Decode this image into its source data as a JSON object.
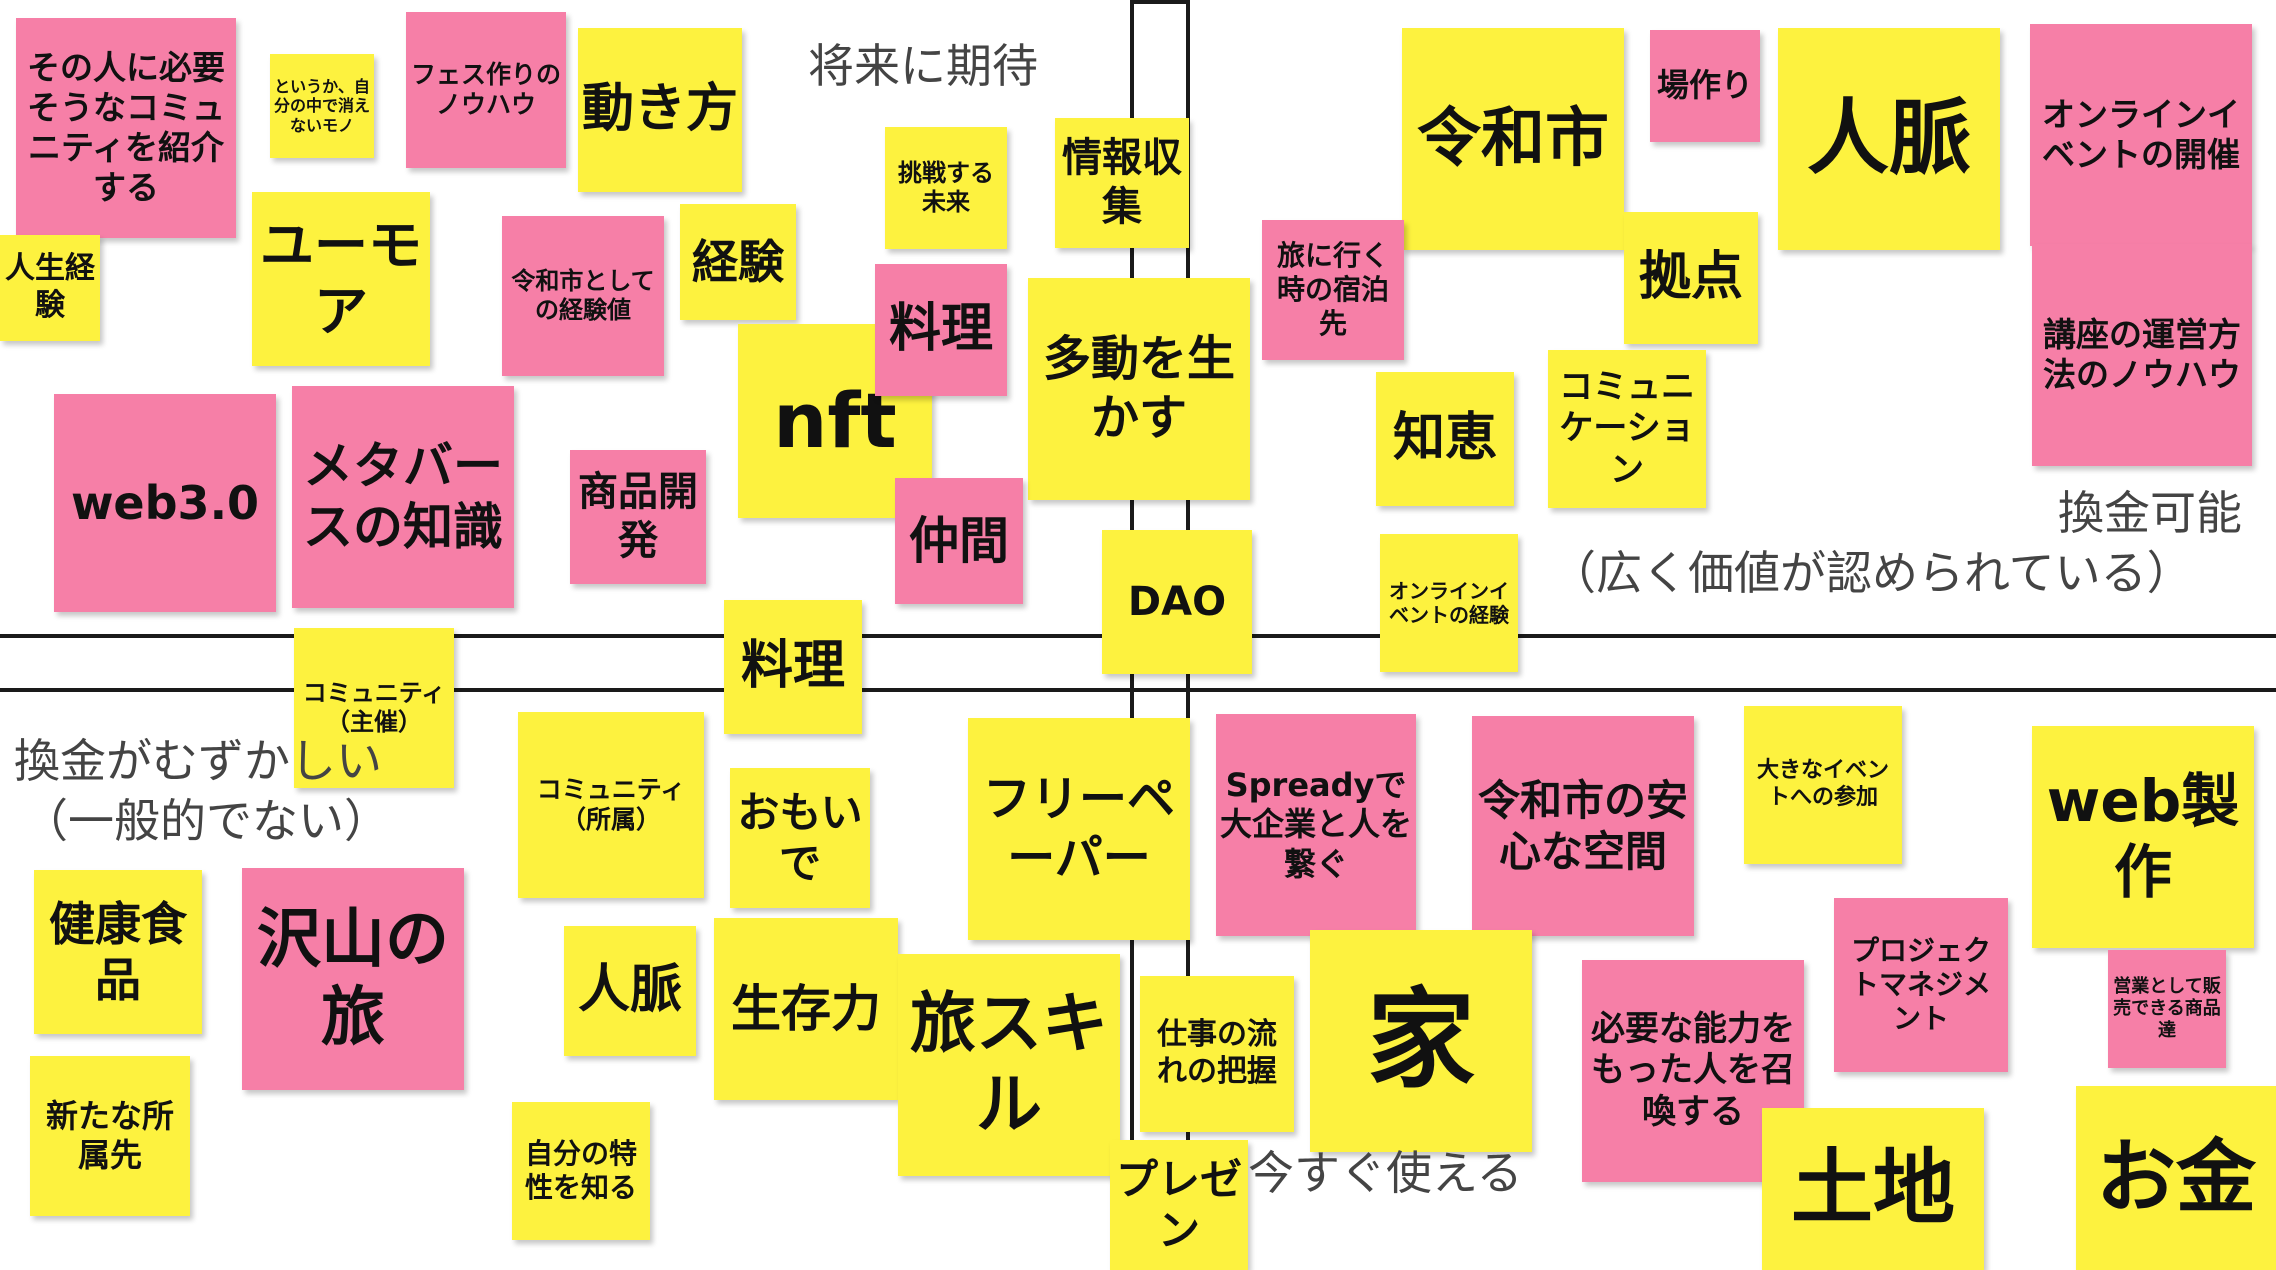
{
  "colors": {
    "yellow": "#fdf23f",
    "pink": "#f67fa7",
    "line": "#1a1a1a",
    "label": "#444444"
  },
  "axis_labels": {
    "top": "将来に期待",
    "bottom": "今すぐ使える",
    "right_line1": "換金可能",
    "right_line2": "（広く価値が認められている）",
    "left_line1": "換金がむずかしい",
    "left_line2": "（一般的でない）"
  },
  "notes": [
    {
      "id": "n1",
      "text": "その人に必要そうなコミュニティを紹介する",
      "color": "pink"
    },
    {
      "id": "n2",
      "text": "というか、自分の中で消えないモノ",
      "color": "yellow"
    },
    {
      "id": "n3",
      "text": "フェス作りのノウハウ",
      "color": "pink"
    },
    {
      "id": "n4",
      "text": "動き方",
      "color": "yellow"
    },
    {
      "id": "n5",
      "text": "挑戦する未来",
      "color": "yellow"
    },
    {
      "id": "n6",
      "text": "情報収集",
      "color": "yellow"
    },
    {
      "id": "n7",
      "text": "人生経験",
      "color": "yellow"
    },
    {
      "id": "n8",
      "text": "ユーモア",
      "color": "yellow"
    },
    {
      "id": "n9",
      "text": "令和市としての経験値",
      "color": "pink"
    },
    {
      "id": "n10",
      "text": "経験",
      "color": "yellow"
    },
    {
      "id": "n11",
      "text": "nft",
      "color": "yellow"
    },
    {
      "id": "n12",
      "text": "料理",
      "color": "pink"
    },
    {
      "id": "n13",
      "text": "多動を生かす",
      "color": "yellow"
    },
    {
      "id": "n14",
      "text": "web3.0",
      "color": "pink"
    },
    {
      "id": "n15",
      "text": "メタバースの知識",
      "color": "pink"
    },
    {
      "id": "n16",
      "text": "商品開発",
      "color": "pink"
    },
    {
      "id": "n17",
      "text": "仲間",
      "color": "pink"
    },
    {
      "id": "n18",
      "text": "DAO",
      "color": "yellow"
    },
    {
      "id": "n19",
      "text": "コミュニティ（主催）",
      "color": "yellow"
    },
    {
      "id": "n20",
      "text": "料理",
      "color": "yellow"
    },
    {
      "id": "n21",
      "text": "令和市",
      "color": "yellow"
    },
    {
      "id": "n22",
      "text": "場作り",
      "color": "pink"
    },
    {
      "id": "n23",
      "text": "人脈",
      "color": "yellow"
    },
    {
      "id": "n24",
      "text": "オンラインイベントの開催",
      "color": "pink"
    },
    {
      "id": "n25",
      "text": "旅に行く時の宿泊先",
      "color": "pink"
    },
    {
      "id": "n26",
      "text": "拠点",
      "color": "yellow"
    },
    {
      "id": "n27",
      "text": "講座の運営方法のノウハウ",
      "color": "pink"
    },
    {
      "id": "n28",
      "text": "知恵",
      "color": "yellow"
    },
    {
      "id": "n29",
      "text": "コミュニケーション",
      "color": "yellow"
    },
    {
      "id": "n30",
      "text": "オンラインイベントの経験",
      "color": "yellow"
    },
    {
      "id": "n31",
      "text": "コミュニティ（所属）",
      "color": "yellow"
    },
    {
      "id": "n32",
      "text": "おもいで",
      "color": "yellow"
    },
    {
      "id": "n33",
      "text": "フリーペーパー",
      "color": "yellow"
    },
    {
      "id": "n34",
      "text": "健康食品",
      "color": "yellow"
    },
    {
      "id": "n35",
      "text": "沢山の旅",
      "color": "pink"
    },
    {
      "id": "n36",
      "text": "人脈",
      "color": "yellow"
    },
    {
      "id": "n37",
      "text": "生存力",
      "color": "yellow"
    },
    {
      "id": "n38",
      "text": "旅スキル",
      "color": "yellow"
    },
    {
      "id": "n39",
      "text": "新たな所属先",
      "color": "yellow"
    },
    {
      "id": "n40",
      "text": "自分の特性を知る",
      "color": "yellow"
    },
    {
      "id": "n41",
      "text": "Spreadyで大企業と人を繋ぐ",
      "color": "pink"
    },
    {
      "id": "n42",
      "text": "令和市の安心な空間",
      "color": "pink"
    },
    {
      "id": "n43",
      "text": "大きなイベントへの参加",
      "color": "yellow"
    },
    {
      "id": "n44",
      "text": "web製作",
      "color": "yellow"
    },
    {
      "id": "n45",
      "text": "仕事の流れの把握",
      "color": "yellow"
    },
    {
      "id": "n46",
      "text": "家",
      "color": "yellow"
    },
    {
      "id": "n47",
      "text": "プロジェクトマネジメント",
      "color": "pink"
    },
    {
      "id": "n48",
      "text": "営業として販売できる商品達",
      "color": "pink"
    },
    {
      "id": "n49",
      "text": "必要な能力をもった人を召喚する",
      "color": "pink"
    },
    {
      "id": "n50",
      "text": "プレゼン",
      "color": "yellow"
    },
    {
      "id": "n51",
      "text": "土地",
      "color": "yellow"
    },
    {
      "id": "n52",
      "text": "お金",
      "color": "yellow"
    }
  ]
}
